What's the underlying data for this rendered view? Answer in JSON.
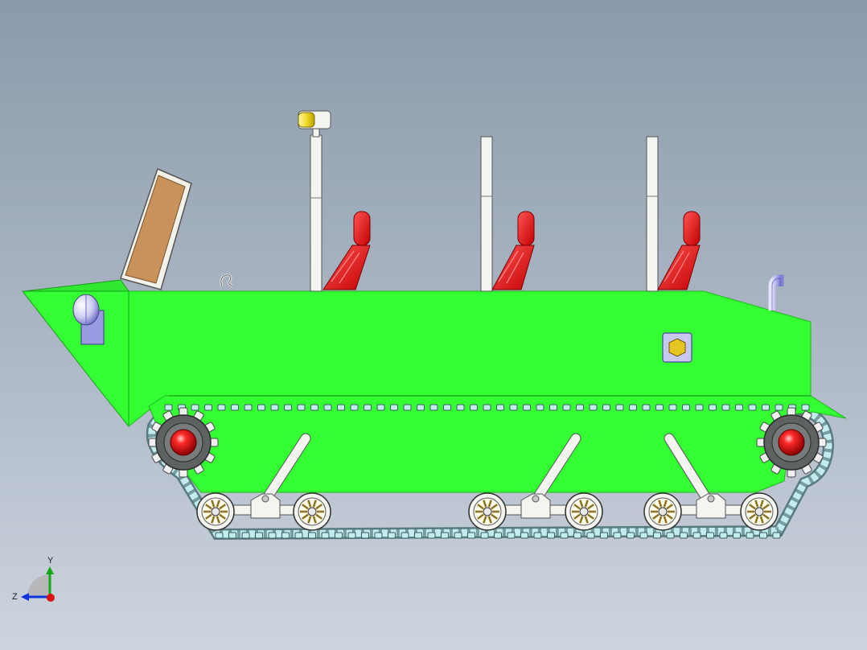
{
  "viewport": {
    "background_top": "#8b9aab",
    "background_bottom": "#cdd4df"
  },
  "model": {
    "hull_color": "#33ff33",
    "hull_edge_color": "#1fcf1f",
    "seat_color": "#ee1111",
    "track_color": "#c2ecee",
    "sprocket_hub_color": "#dd0000",
    "post_color": "#f4f4f0",
    "windshield_color": "#c8925a",
    "beacon_color": "#f6e84a",
    "seats_count": 3,
    "road_wheel_groups": 3
  },
  "triad": {
    "y_label": "Y",
    "z_label": "Z",
    "y_color": "#11aa11",
    "z_color": "#1133dd",
    "x_color": "#dd1111"
  }
}
